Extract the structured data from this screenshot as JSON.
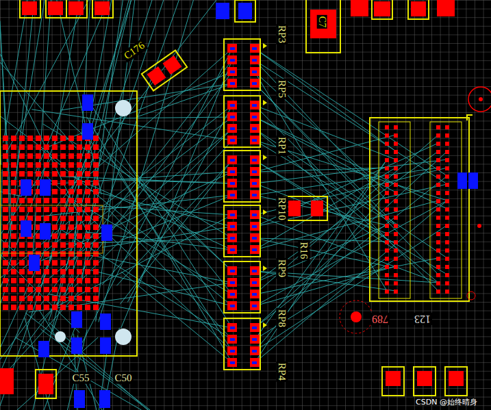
{
  "diagram": {
    "labels": [
      "C7",
      "C176",
      "RP3",
      "RP5",
      "RP1",
      "RP10",
      "R16",
      "RP9",
      "RP8",
      "RP4",
      "789",
      "123",
      "C55",
      "C50",
      "CSDN @始终晴身"
    ]
  }
}
